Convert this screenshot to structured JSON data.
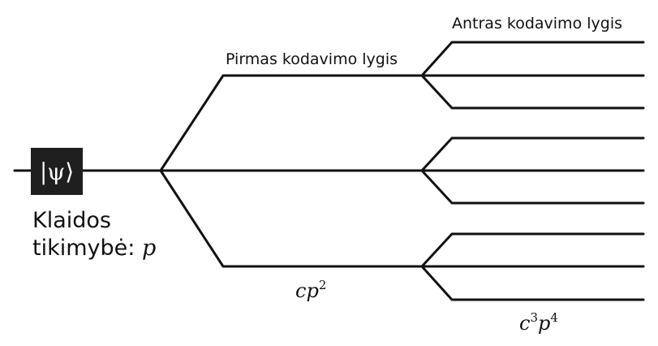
{
  "state_label": "|ψ⟩",
  "error_label_line1": "Klaidos",
  "error_label_line2_prefix": "tikimybė: ",
  "error_label_var": "p",
  "level1_label": "Pirmas kodavimo lygis",
  "level2_label": "Antras kodavimo lygis",
  "level1_prob": {
    "base": "cp",
    "exp": "2"
  },
  "level2_prob": {
    "base1": "c",
    "exp1": "3",
    "base2": "p",
    "exp2": "4"
  },
  "colors": {
    "line": "#111111",
    "box": "#1f1f1f",
    "box_text": "#ffffff"
  }
}
